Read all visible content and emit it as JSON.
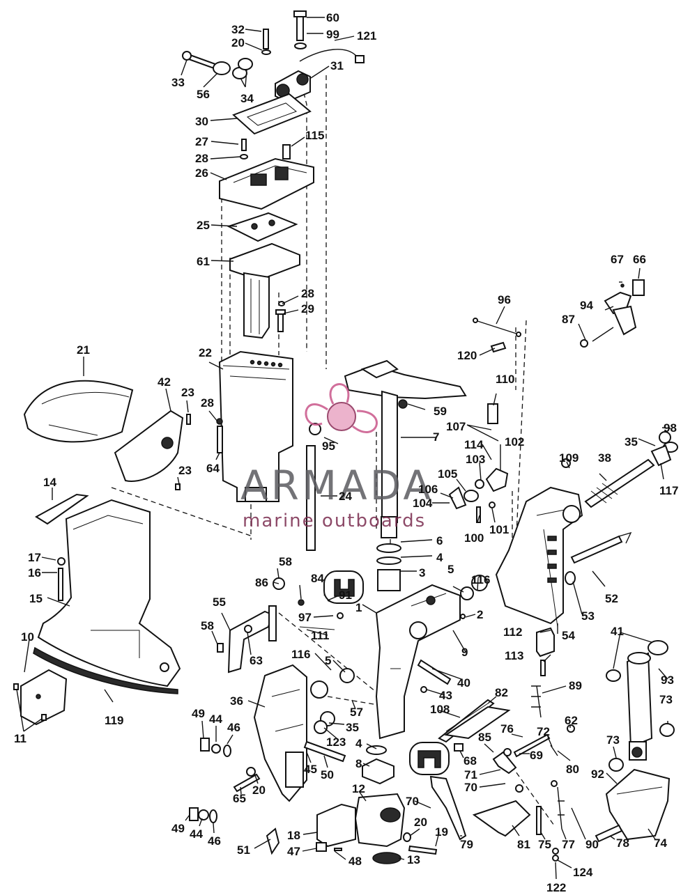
{
  "brand": {
    "name": "ARMADA",
    "tagline": "marine outboards",
    "logo_color": "#e9a6c4",
    "logo_dark": "#8a2a55"
  },
  "labels": [
    {
      "id": "p60",
      "text": "60"
    },
    {
      "id": "p32",
      "text": "32"
    },
    {
      "id": "p99",
      "text": "99"
    },
    {
      "id": "p20a",
      "text": "20"
    },
    {
      "id": "p121",
      "text": "121"
    },
    {
      "id": "p33",
      "text": "33"
    },
    {
      "id": "p31",
      "text": "31"
    },
    {
      "id": "p56",
      "text": "56"
    },
    {
      "id": "p34",
      "text": "34"
    },
    {
      "id": "p30",
      "text": "30"
    },
    {
      "id": "p27",
      "text": "27"
    },
    {
      "id": "p115",
      "text": "115"
    },
    {
      "id": "p28a",
      "text": "28"
    },
    {
      "id": "p26",
      "text": "26"
    },
    {
      "id": "p25",
      "text": "25"
    },
    {
      "id": "p61",
      "text": "61"
    },
    {
      "id": "p67",
      "text": "67"
    },
    {
      "id": "p66",
      "text": "66"
    },
    {
      "id": "p28b",
      "text": "28"
    },
    {
      "id": "p96",
      "text": "96"
    },
    {
      "id": "p29",
      "text": "29"
    },
    {
      "id": "p94",
      "text": "94"
    },
    {
      "id": "p87",
      "text": "87"
    },
    {
      "id": "p120",
      "text": "120"
    },
    {
      "id": "p21",
      "text": "21"
    },
    {
      "id": "p22",
      "text": "22"
    },
    {
      "id": "p42",
      "text": "42"
    },
    {
      "id": "p23a",
      "text": "23"
    },
    {
      "id": "p110",
      "text": "110"
    },
    {
      "id": "p28c",
      "text": "28"
    },
    {
      "id": "p59",
      "text": "59"
    },
    {
      "id": "p7",
      "text": "7"
    },
    {
      "id": "p95",
      "text": "95"
    },
    {
      "id": "p107",
      "text": "107"
    },
    {
      "id": "p98",
      "text": "98"
    },
    {
      "id": "p114",
      "text": "114"
    },
    {
      "id": "p102",
      "text": "102"
    },
    {
      "id": "p35a",
      "text": "35"
    },
    {
      "id": "p64",
      "text": "64"
    },
    {
      "id": "p103",
      "text": "103"
    },
    {
      "id": "p109",
      "text": "109"
    },
    {
      "id": "p38",
      "text": "38"
    },
    {
      "id": "p23b",
      "text": "23"
    },
    {
      "id": "p105",
      "text": "105"
    },
    {
      "id": "p117",
      "text": "117"
    },
    {
      "id": "p14",
      "text": "14"
    },
    {
      "id": "p106",
      "text": "106"
    },
    {
      "id": "p104",
      "text": "104"
    },
    {
      "id": "p24",
      "text": "24"
    },
    {
      "id": "p100",
      "text": "100"
    },
    {
      "id": "p101",
      "text": "101"
    },
    {
      "id": "p6",
      "text": "6"
    },
    {
      "id": "p4a",
      "text": "4"
    },
    {
      "id": "p17",
      "text": "17"
    },
    {
      "id": "p86",
      "text": "86"
    },
    {
      "id": "p58a",
      "text": "58"
    },
    {
      "id": "p116a",
      "text": "116"
    },
    {
      "id": "p3",
      "text": "3"
    },
    {
      "id": "p16",
      "text": "16"
    },
    {
      "id": "p84",
      "text": "84"
    },
    {
      "id": "p5a",
      "text": "5"
    },
    {
      "id": "p52",
      "text": "52"
    },
    {
      "id": "p15",
      "text": "15"
    },
    {
      "id": "p55",
      "text": "55"
    },
    {
      "id": "p91",
      "text": "91"
    },
    {
      "id": "p1",
      "text": "1"
    },
    {
      "id": "p2",
      "text": "2"
    },
    {
      "id": "p53",
      "text": "53"
    },
    {
      "id": "p97",
      "text": "97"
    },
    {
      "id": "p58b",
      "text": "58"
    },
    {
      "id": "p111",
      "text": "111"
    },
    {
      "id": "p54",
      "text": "54"
    },
    {
      "id": "p112",
      "text": "112"
    },
    {
      "id": "p41",
      "text": "41"
    },
    {
      "id": "p10",
      "text": "10"
    },
    {
      "id": "p63",
      "text": "63"
    },
    {
      "id": "p9",
      "text": "9"
    },
    {
      "id": "p116b",
      "text": "116"
    },
    {
      "id": "p113",
      "text": "113"
    },
    {
      "id": "p5b",
      "text": "5"
    },
    {
      "id": "p93",
      "text": "93"
    },
    {
      "id": "p40",
      "text": "40"
    },
    {
      "id": "p36",
      "text": "36"
    },
    {
      "id": "p89",
      "text": "89"
    },
    {
      "id": "p43",
      "text": "43"
    },
    {
      "id": "p82",
      "text": "82"
    },
    {
      "id": "p73a",
      "text": "73"
    },
    {
      "id": "p57",
      "text": "57"
    },
    {
      "id": "p119",
      "text": "119"
    },
    {
      "id": "p108",
      "text": "108"
    },
    {
      "id": "p49a",
      "text": "49"
    },
    {
      "id": "p44a",
      "text": "44"
    },
    {
      "id": "p46a",
      "text": "46"
    },
    {
      "id": "p62",
      "text": "62"
    },
    {
      "id": "p35b",
      "text": "35"
    },
    {
      "id": "p123",
      "text": "123"
    },
    {
      "id": "p11",
      "text": "11"
    },
    {
      "id": "p76",
      "text": "76"
    },
    {
      "id": "p72",
      "text": "72"
    },
    {
      "id": "p85",
      "text": "85"
    },
    {
      "id": "p4b",
      "text": "4"
    },
    {
      "id": "p73b",
      "text": "73"
    },
    {
      "id": "p69",
      "text": "69"
    },
    {
      "id": "p68",
      "text": "68"
    },
    {
      "id": "p45",
      "text": "45"
    },
    {
      "id": "p50",
      "text": "50"
    },
    {
      "id": "p8",
      "text": "8"
    },
    {
      "id": "p80",
      "text": "80"
    },
    {
      "id": "p92",
      "text": "92"
    },
    {
      "id": "p71",
      "text": "71"
    },
    {
      "id": "p70a",
      "text": "70"
    },
    {
      "id": "p65",
      "text": "65"
    },
    {
      "id": "p20b",
      "text": "20"
    },
    {
      "id": "p12",
      "text": "12"
    },
    {
      "id": "p70b",
      "text": "70"
    },
    {
      "id": "p49b",
      "text": "49"
    },
    {
      "id": "p44b",
      "text": "44"
    },
    {
      "id": "p46b",
      "text": "46"
    },
    {
      "id": "p18",
      "text": "18"
    },
    {
      "id": "p20c",
      "text": "20"
    },
    {
      "id": "p19",
      "text": "19"
    },
    {
      "id": "p79",
      "text": "79"
    },
    {
      "id": "p81",
      "text": "81"
    },
    {
      "id": "p75",
      "text": "75"
    },
    {
      "id": "p77",
      "text": "77"
    },
    {
      "id": "p90",
      "text": "90"
    },
    {
      "id": "p78",
      "text": "78"
    },
    {
      "id": "p74",
      "text": "74"
    },
    {
      "id": "p51",
      "text": "51"
    },
    {
      "id": "p47",
      "text": "47"
    },
    {
      "id": "p48",
      "text": "48"
    },
    {
      "id": "p13",
      "text": "13"
    },
    {
      "id": "p124",
      "text": "124"
    },
    {
      "id": "p122",
      "text": "122"
    }
  ]
}
